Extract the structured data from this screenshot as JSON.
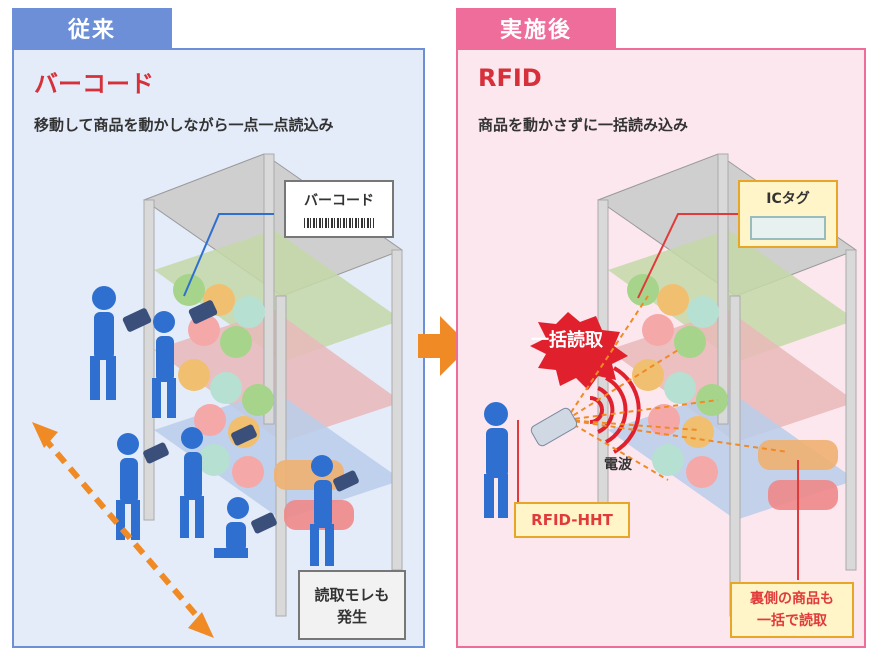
{
  "left": {
    "tab": "従来",
    "title": "バーコード",
    "subtitle": "移動して商品を動かしながら一点一点読込み",
    "barcode_callout": "バーコード",
    "miss_callout_line1": "読取モレも",
    "miss_callout_line2": "発生"
  },
  "right": {
    "tab": "実施後",
    "title": "RFID",
    "subtitle": "商品を動かさずに一括読み込み",
    "ic_callout": "ICタグ",
    "burst": "一括読取",
    "wave": "電波",
    "hht_callout": "RFID-HHT",
    "back_callout_line1": "裏側の商品も",
    "back_callout_line2": "一括で読取"
  },
  "colors": {
    "left_accent": "#6c8fd8",
    "right_accent": "#ee6d9a",
    "title_red": "#d6303a",
    "arrow_orange": "#f08a24",
    "person_blue": "#2f6fd0"
  }
}
